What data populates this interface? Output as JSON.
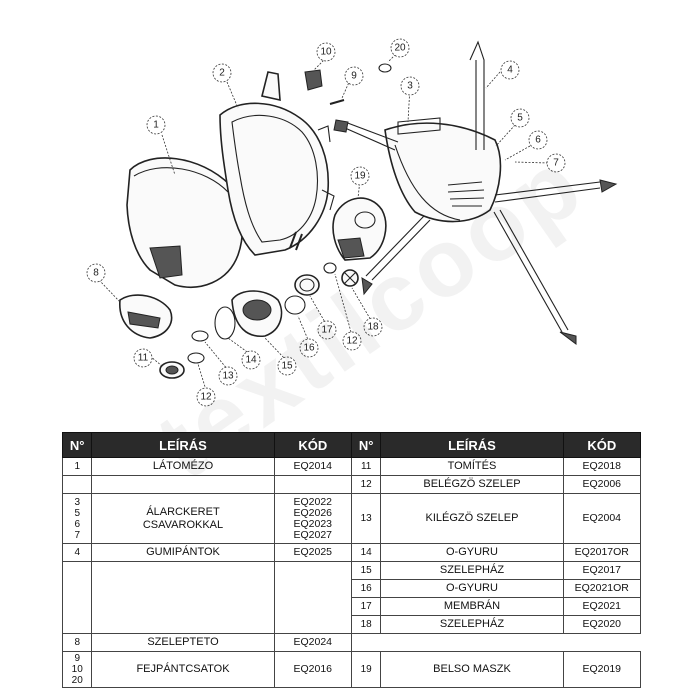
{
  "watermark": "textilcoop",
  "callouts": [
    "1",
    "2",
    "3",
    "4",
    "5",
    "6",
    "7",
    "8",
    "9",
    "10",
    "11",
    "12",
    "12",
    "13",
    "14",
    "15",
    "16",
    "17",
    "18",
    "19",
    "20"
  ],
  "table": {
    "headers": {
      "no": "N°",
      "desc": "LEÍRÁS",
      "code": "KÓD"
    },
    "left": [
      {
        "no": [
          "1"
        ],
        "desc": [
          "LÁTOMÉZO"
        ],
        "code": [
          "EQ2014"
        ]
      },
      {
        "no": [
          ""
        ],
        "desc": [
          ""
        ],
        "code": [
          ""
        ]
      },
      {
        "no": [
          "3",
          "5",
          "6",
          "7"
        ],
        "desc": [
          "ÁLARCKERET",
          "CSAVAROKKAL"
        ],
        "code": [
          "EQ2022",
          "EQ2026",
          "EQ2023",
          "EQ2027"
        ]
      },
      {
        "no": [
          "4"
        ],
        "desc": [
          "GUMIPÁNTOK"
        ],
        "code": [
          "EQ2025"
        ]
      },
      {
        "no": [
          ""
        ],
        "desc": [
          ""
        ],
        "code": [
          ""
        ]
      },
      {
        "no": [
          "8"
        ],
        "desc": [
          "SZELEPTETO"
        ],
        "code": [
          "EQ2024"
        ]
      },
      {
        "no": [
          "9",
          "10",
          "20"
        ],
        "desc": [
          "FEJPÁNTCSATOK"
        ],
        "code": [
          "EQ2016"
        ]
      }
    ],
    "right": [
      {
        "no": "11",
        "desc": "TOMÍTÉS",
        "code": "EQ2018"
      },
      {
        "no": "12",
        "desc": "BELÉGZÖ SZELEP",
        "code": "EQ2006"
      },
      {
        "no": "13",
        "desc": "KILÉGZÖ SZELEP",
        "code": "EQ2004"
      },
      {
        "no": "14",
        "desc": "O-GYURU",
        "code": "EQ2017OR"
      },
      {
        "no": "15",
        "desc": "SZELEPHÁZ",
        "code": "EQ2017"
      },
      {
        "no": "16",
        "desc": "O-GYURU",
        "code": "EQ2021OR"
      },
      {
        "no": "17",
        "desc": "MEMBRÁN",
        "code": "EQ2021"
      },
      {
        "no": "18",
        "desc": "SZELEPHÁZ",
        "code": "EQ2020"
      },
      {
        "no": "19",
        "desc": "BELSO MASZK",
        "code": "EQ2019"
      }
    ]
  }
}
